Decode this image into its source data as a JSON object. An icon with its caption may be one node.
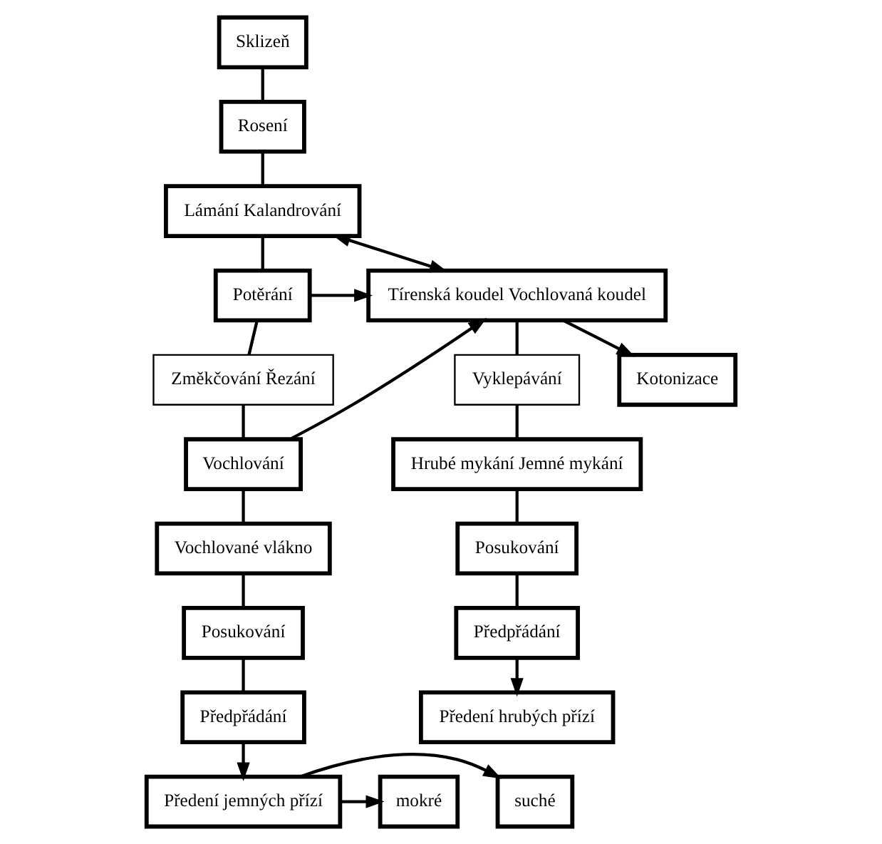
{
  "diagram": {
    "nodes": [
      {
        "text": [
          "Sklizeň"
        ]
      },
      {
        "text": [
          "Rosení"
        ]
      },
      {
        "text": [
          "Lámání Kalandrování"
        ]
      },
      {
        "text": [
          "Potěrání"
        ]
      },
      {
        "text": [
          "Změkčování Řezání"
        ]
      },
      {
        "text": [
          "Vochlování"
        ]
      },
      {
        "text": [
          "Tírenská koudel Vochlovaná koudel"
        ]
      },
      {
        "text": [
          "Vyklepávání"
        ]
      },
      {
        "text": [
          "Kotonizace"
        ]
      },
      {
        "text": [
          "Vochlované vlákno"
        ]
      },
      {
        "text": [
          "Hrubé mykání Jemné mykání"
        ]
      },
      {
        "text": [
          "Posukování"
        ]
      },
      {
        "text": [
          "Posukování"
        ]
      },
      {
        "text": [
          "Předpřádání"
        ]
      },
      {
        "text": [
          "Předpřádání"
        ]
      },
      {
        "text": [
          "mokré"
        ]
      },
      {
        "text": [
          "suché"
        ]
      },
      {
        "text": [
          "Předení jemných přízí"
        ]
      },
      {
        "text": [
          "Předení hrubých přízí"
        ]
      }
    ],
    "edges": [
      {
        "from": 0,
        "to": 1,
        "arrow": "none"
      },
      {
        "from": 1,
        "to": 2,
        "arrow": "none"
      },
      {
        "from": 2,
        "to": 3,
        "arrow": "none"
      },
      {
        "from": 3,
        "to": 4,
        "arrow": "none"
      },
      {
        "from": 4,
        "to": 5,
        "arrow": "none"
      },
      {
        "from": 2,
        "to": 6,
        "arrow": "both"
      },
      {
        "from": 3,
        "to": 6,
        "arrow": "to"
      },
      {
        "from": 5,
        "to": 6,
        "arrow": "to"
      },
      {
        "from": 5,
        "to": 9,
        "arrow": "none"
      },
      {
        "from": 9,
        "to": 11,
        "arrow": "none"
      },
      {
        "from": 11,
        "to": 13,
        "arrow": "none"
      },
      {
        "from": 13,
        "to": 17,
        "arrow": "to"
      },
      {
        "from": 17,
        "to": 15,
        "arrow": "to"
      },
      {
        "from": 17,
        "to": 16,
        "arrow": "to"
      },
      {
        "from": 6,
        "to": 8,
        "arrow": "to"
      },
      {
        "from": 6,
        "to": 7,
        "arrow": "none"
      },
      {
        "from": 7,
        "to": 10,
        "arrow": "none"
      },
      {
        "from": 10,
        "to": 12,
        "arrow": "none"
      },
      {
        "from": 12,
        "to": 14,
        "arrow": "none"
      },
      {
        "from": 14,
        "to": 18,
        "arrow": "to"
      }
    ]
  }
}
